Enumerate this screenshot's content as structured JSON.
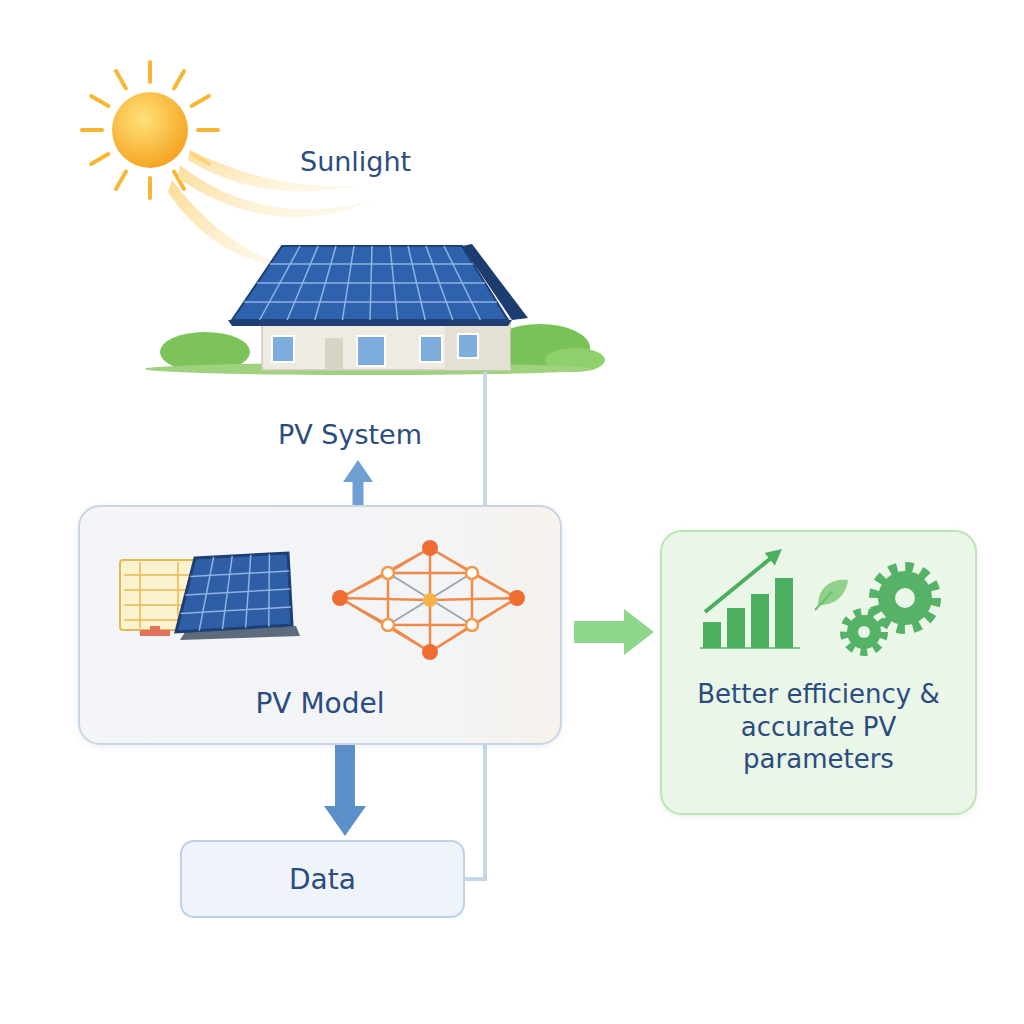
{
  "diagram": {
    "nodes": [
      {
        "text": [
          "PV System"
        ]
      },
      {
        "text": [
          "PV Model"
        ]
      },
      {
        "text": [
          "Better efficiency & accurate PV parameters"
        ]
      },
      {
        "text": [
          "Data"
        ]
      }
    ],
    "edges": [
      {
        "from": 1,
        "to": 0,
        "arrow": "to"
      },
      {
        "from": 3,
        "to": 0,
        "arrow": "none"
      },
      {
        "from": 1,
        "to": 2,
        "arrow": "to"
      },
      {
        "from": 1,
        "to": 3,
        "arrow": "to"
      }
    ],
    "labels": [
      "Sunlight"
    ]
  }
}
